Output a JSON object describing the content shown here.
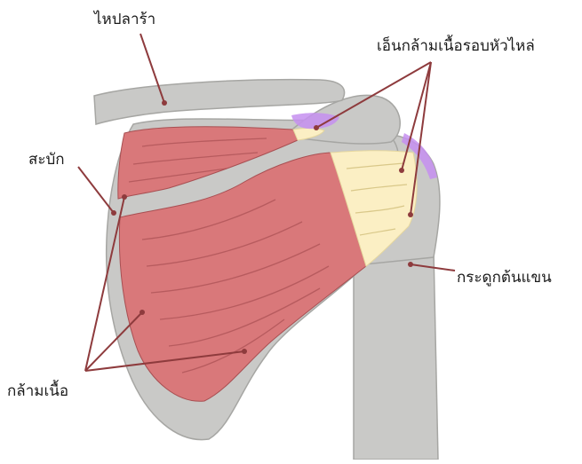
{
  "labels": {
    "clavicle": "ไหปลาร้า",
    "rotator_cuff_tendon": "เอ็นกล้ามเนื้อรอบหัวไหล่",
    "scapula": "สะบัก",
    "humerus": "กระดูกต้นแขน",
    "muscle": "กล้ามเนื้อ"
  },
  "colors": {
    "bone": "#c9c9c7",
    "bone_outline": "#a6a6a3",
    "muscle": "#d9787a",
    "muscle_fiber": "#a84f52",
    "tendon": "#fbefc4",
    "bursa": "#c58ff0",
    "leader_line": "#8e3b3d"
  }
}
